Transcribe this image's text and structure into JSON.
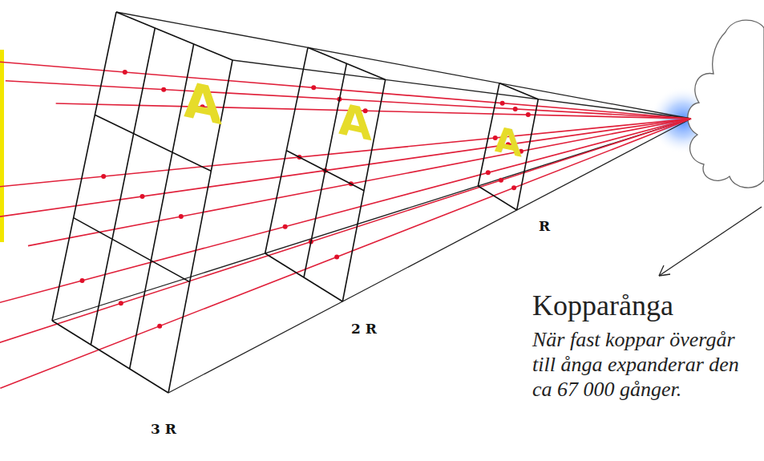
{
  "diagram": {
    "labels": [
      "A",
      "A",
      "A",
      "R",
      "2 R",
      "3 R",
      "Kopparånga",
      "När fast koppar övergår till ånga expanderar den ca 67 000 gånger."
    ]
  }
}
